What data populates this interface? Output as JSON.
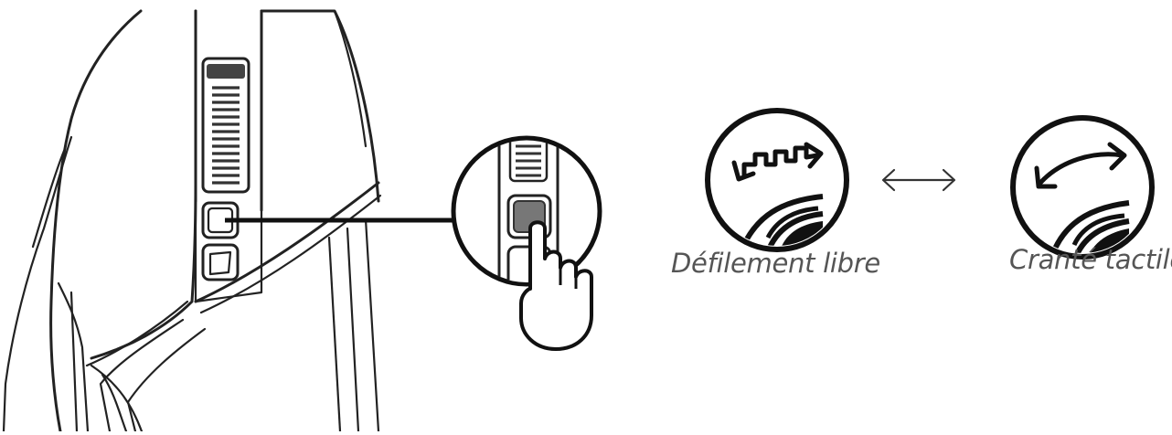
{
  "captions": {
    "free_spin": "Défilement libre",
    "ratchet": "Cranté tactile"
  },
  "colors": {
    "line": "#222222",
    "caption": "#555555",
    "button_highlight": "#777777"
  },
  "icons": [
    "mouse-illustration",
    "mode-shift-button-zoom",
    "free-spin-wheel-icon",
    "switch-arrows-icon",
    "ratchet-wheel-icon",
    "finger-press-icon"
  ]
}
